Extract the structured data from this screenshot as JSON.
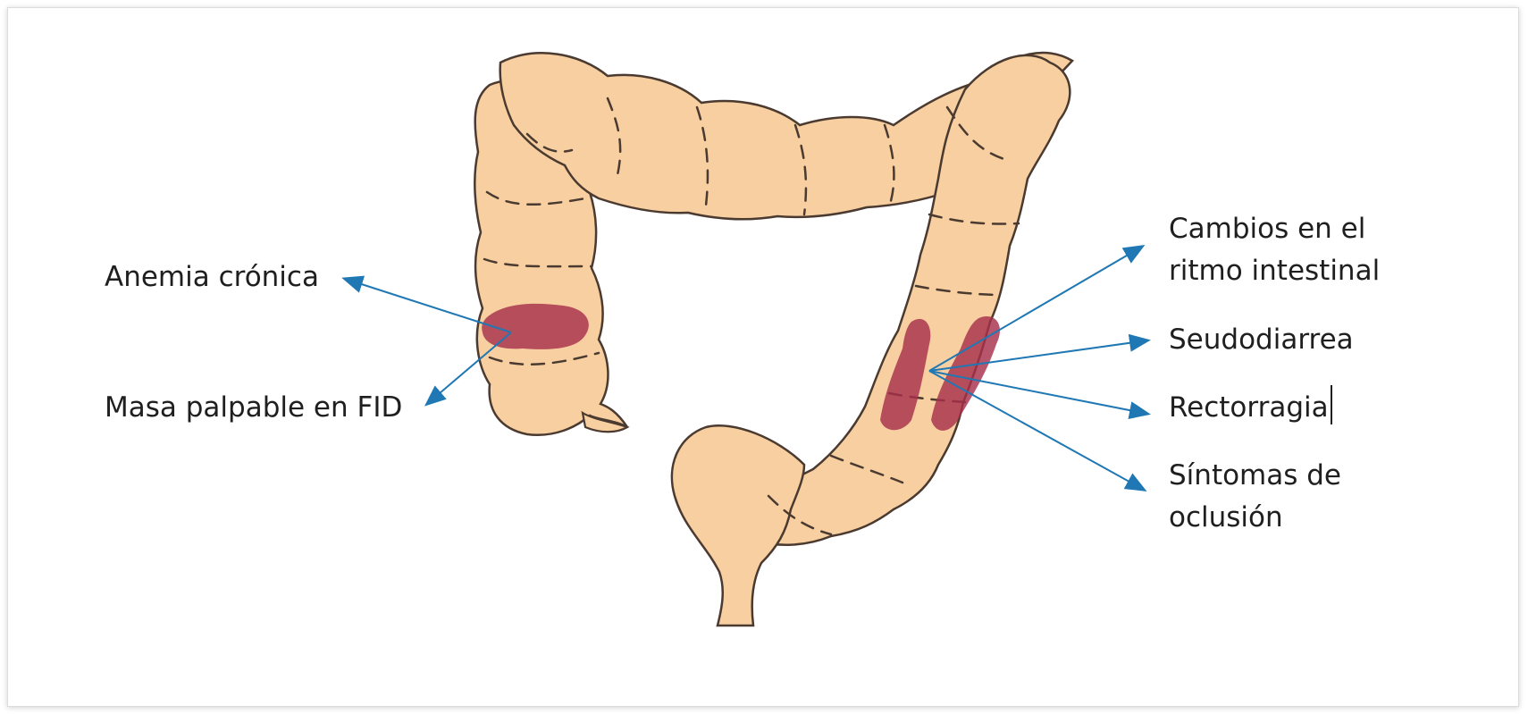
{
  "colors": {
    "colon_fill": "#f8cfa0",
    "colon_outline": "#4a3a30",
    "lesion": "#a72f4c",
    "arrow": "#1f78b4",
    "text": "#1f1f1f"
  },
  "labels_left": {
    "anemia": "Anemia crónica",
    "masa": "Masa palpable en FID"
  },
  "labels_right": {
    "cambios_line1": "Cambios en el",
    "cambios_line2": "ritmo intestinal",
    "seudodiarrea": "Seudodiarrea",
    "rectorragia": "Rectorragia",
    "sintomas_line1": "Síntomas de",
    "sintomas_line2": "oclusión"
  }
}
